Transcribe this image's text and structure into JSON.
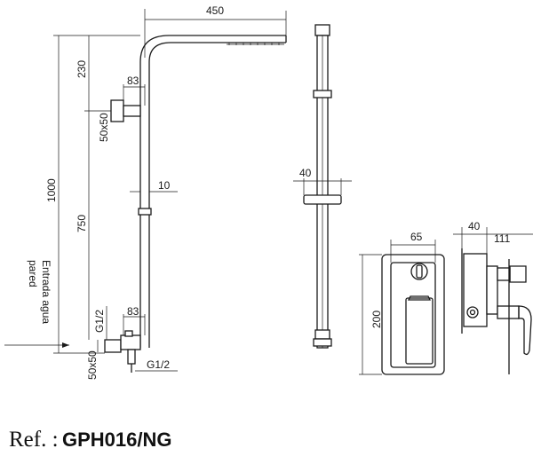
{
  "dimensions": {
    "head_width": "450",
    "arm_height": "230",
    "bracket_offset_top": "83",
    "bracket_top_size": "50x50",
    "total_height": "1000",
    "column_height": "750",
    "column_gap": "10",
    "bracket_offset_bottom": "83",
    "inlet_thread_side": "G1/2",
    "bracket_bottom_size": "50x50",
    "inlet_thread_bottom": "G1/2",
    "slider_width": "40",
    "valve_width": "65",
    "valve_height": "200",
    "valve_depth": "40",
    "valve_projection": "111"
  },
  "notes": {
    "water_inlet_line1": "Entrada agua",
    "water_inlet_line2": "pared"
  },
  "footer": {
    "ref_label": "Ref. :",
    "ref_code": "GPH016/NG"
  }
}
